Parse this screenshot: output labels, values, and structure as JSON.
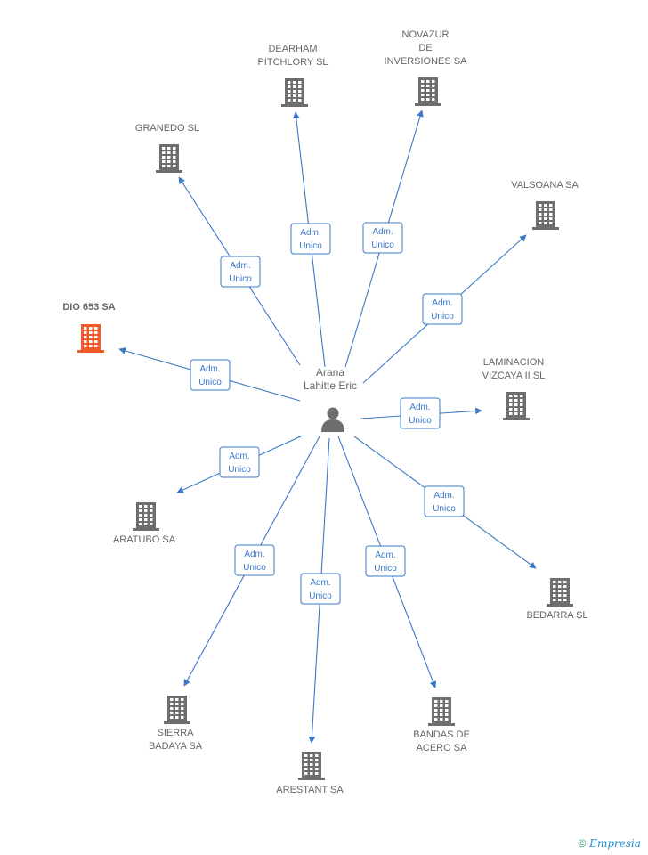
{
  "center": {
    "id": "person",
    "lines": [
      "Arana",
      "Lahitte Eric"
    ],
    "icon": "person-icon"
  },
  "edge_label": [
    "Adm.",
    "Unico"
  ],
  "nodes": [
    {
      "id": "dearham",
      "lines": [
        "DEARHAM",
        "PITCHLORY SL"
      ],
      "highlight": false,
      "icon": "building-icon"
    },
    {
      "id": "novazur",
      "lines": [
        "NOVAZUR",
        "DE",
        "INVERSIONES SA"
      ],
      "highlight": false,
      "icon": "building-icon"
    },
    {
      "id": "granedo",
      "lines": [
        "GRANEDO SL"
      ],
      "highlight": false,
      "icon": "building-icon"
    },
    {
      "id": "valsoana",
      "lines": [
        "VALSOANA SA"
      ],
      "highlight": false,
      "icon": "building-icon"
    },
    {
      "id": "dio653",
      "lines": [
        "DIO 653 SA"
      ],
      "highlight": true,
      "icon": "building-icon"
    },
    {
      "id": "laminacion",
      "lines": [
        "LAMINACION",
        "VIZCAYA II SL"
      ],
      "highlight": false,
      "icon": "building-icon"
    },
    {
      "id": "aratubo",
      "lines": [
        "ARATUBO SA"
      ],
      "highlight": false,
      "icon": "building-icon"
    },
    {
      "id": "bedarra",
      "lines": [
        "BEDARRA SL"
      ],
      "highlight": false,
      "icon": "building-icon"
    },
    {
      "id": "sierra",
      "lines": [
        "SIERRA",
        "BADAYA SA"
      ],
      "highlight": false,
      "icon": "building-icon"
    },
    {
      "id": "bandas",
      "lines": [
        "BANDAS DE",
        "ACERO SA"
      ],
      "highlight": false,
      "icon": "building-icon"
    },
    {
      "id": "arestant",
      "lines": [
        "ARESTANT SA"
      ],
      "highlight": false,
      "icon": "building-icon"
    }
  ],
  "colors": {
    "building": "#6e6e6e",
    "highlight": "#f05a28",
    "edge": "#3b78c9",
    "text": "#666666"
  },
  "credit": {
    "symbol": "©",
    "brand_initial": "E",
    "brand_rest": "mpresia"
  }
}
